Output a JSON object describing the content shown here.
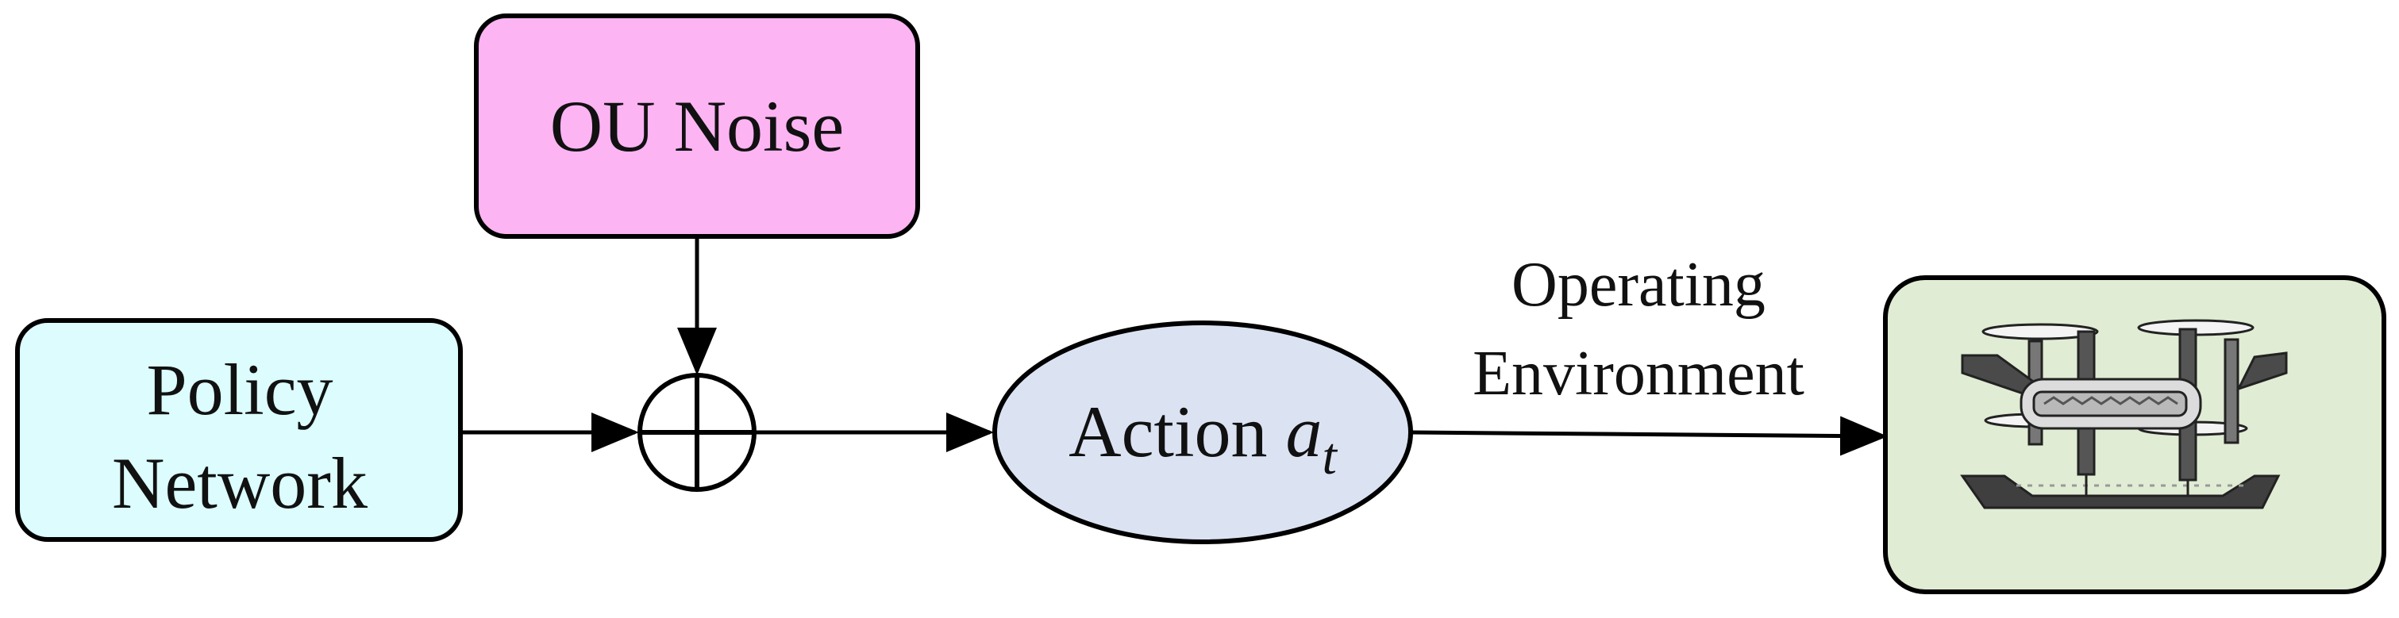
{
  "nodes": {
    "ou_noise": {
      "label": "OU Noise",
      "fill": "#fdb4f3"
    },
    "policy": {
      "line1": "Policy",
      "line2": "Network",
      "fill": "#dcfcfd"
    },
    "action": {
      "label": "Action ",
      "symbol": "a",
      "subscript": "t",
      "fill": "#dbe3f3"
    },
    "environment": {
      "fill": "#e0ecd3",
      "icon": "drone-icon"
    }
  },
  "edges": {
    "to_environment": {
      "line1": "Operating",
      "line2": "Environment"
    }
  },
  "style": {
    "stroke": "#000000"
  }
}
